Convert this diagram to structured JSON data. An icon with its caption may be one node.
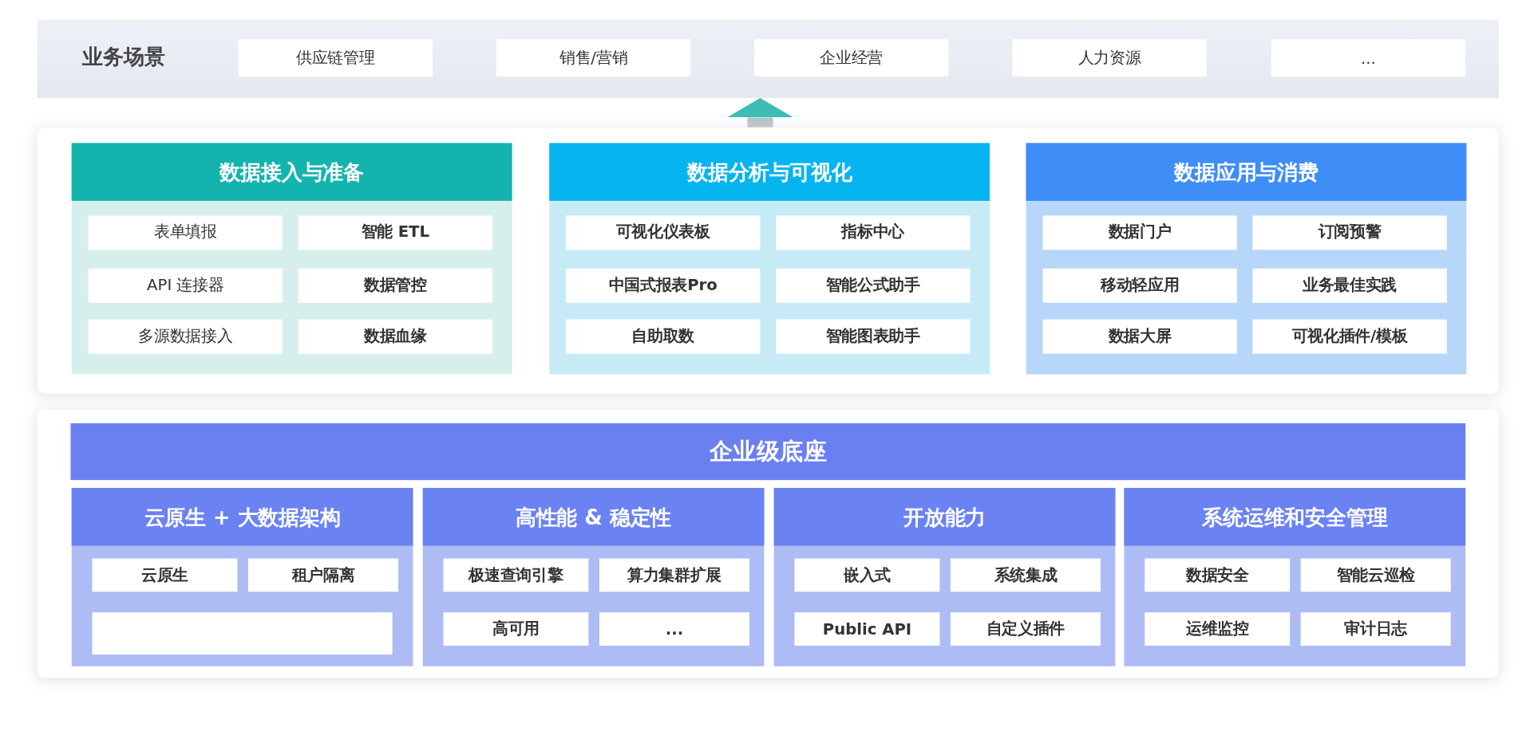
{
  "diagram": {
    "nodes": [
      {
        "text": [
          "业务场景"
        ]
      },
      {
        "text": [
          "供应链管理"
        ],
        "in": 0
      },
      {
        "text": [
          "销售/营销"
        ],
        "in": 0
      },
      {
        "text": [
          "企业经营"
        ],
        "in": 0
      },
      {
        "text": [
          "人力资源"
        ],
        "in": 0
      },
      {
        "text": [
          "..."
        ],
        "in": 0
      },
      {
        "text": [],
        "shape": "box"
      },
      {
        "text": [
          "数据接入与准备"
        ],
        "in": 6
      },
      {
        "text": [
          "表单填报"
        ],
        "in": 7
      },
      {
        "text": [
          "智能 ETL"
        ],
        "in": 7
      },
      {
        "text": [
          "API 连接器"
        ],
        "in": 7
      },
      {
        "text": [
          "数据管控"
        ],
        "in": 7
      },
      {
        "text": [
          "多源数据接入"
        ],
        "in": 7
      },
      {
        "text": [
          "数据血缘"
        ],
        "in": 7
      },
      {
        "text": [
          "数据分析与可视化"
        ],
        "in": 6
      },
      {
        "text": [
          "可视化仪表板"
        ],
        "in": 14
      },
      {
        "text": [
          "指标中心"
        ],
        "in": 14
      },
      {
        "text": [
          "中国式报表Pro"
        ],
        "in": 14
      },
      {
        "text": [
          "智能公式助手"
        ],
        "in": 14
      },
      {
        "text": [
          "自助取数"
        ],
        "in": 14
      },
      {
        "text": [
          "智能图表助手"
        ],
        "in": 14
      },
      {
        "text": [
          "数据应用与消费"
        ],
        "in": 6
      },
      {
        "text": [
          "数据门户"
        ],
        "in": 21
      },
      {
        "text": [
          "订阅预警"
        ],
        "in": 21
      },
      {
        "text": [
          "移动轻应用"
        ],
        "in": 21
      },
      {
        "text": [
          "业务最佳实践"
        ],
        "in": 21
      },
      {
        "text": [
          "数据大屏"
        ],
        "in": 21
      },
      {
        "text": [
          "可视化插件/模板"
        ],
        "in": 21
      },
      {
        "text": [],
        "shape": "box"
      },
      {
        "text": [
          "企业级底座"
        ],
        "in": 28
      },
      {
        "text": [
          "云原生 + 大数据架构"
        ],
        "in": 28
      },
      {
        "text": [
          "云原生"
        ],
        "in": 30
      },
      {
        "text": [
          "租户隔离"
        ],
        "in": 30
      },
      {
        "text": [],
        "shape": "box",
        "in": 30
      },
      {
        "text": [
          "高性能 & 稳定性"
        ],
        "in": 28
      },
      {
        "text": [
          "极速查询引擎"
        ],
        "in": 34
      },
      {
        "text": [
          "算力集群扩展"
        ],
        "in": 34
      },
      {
        "text": [
          "高可用"
        ],
        "in": 34
      },
      {
        "text": [
          "..."
        ],
        "in": 34
      },
      {
        "text": [
          "开放能力"
        ],
        "in": 28
      },
      {
        "text": [
          "嵌入式"
        ],
        "in": 39
      },
      {
        "text": [
          "系统集成"
        ],
        "in": 39
      },
      {
        "text": [
          "Public API"
        ],
        "in": 39
      },
      {
        "text": [
          "自定义插件"
        ],
        "in": 39
      },
      {
        "text": [
          "系统运维和安全管理"
        ],
        "in": 28
      },
      {
        "text": [
          "数据安全"
        ],
        "in": 44
      },
      {
        "text": [
          "智能云巡检"
        ],
        "in": 44
      },
      {
        "text": [
          "运维监控"
        ],
        "in": 44
      },
      {
        "text": [
          "审计日志"
        ],
        "in": 44
      }
    ],
    "edges": [
      {
        "from": 6,
        "to": 0,
        "arrow": "to"
      }
    ]
  }
}
